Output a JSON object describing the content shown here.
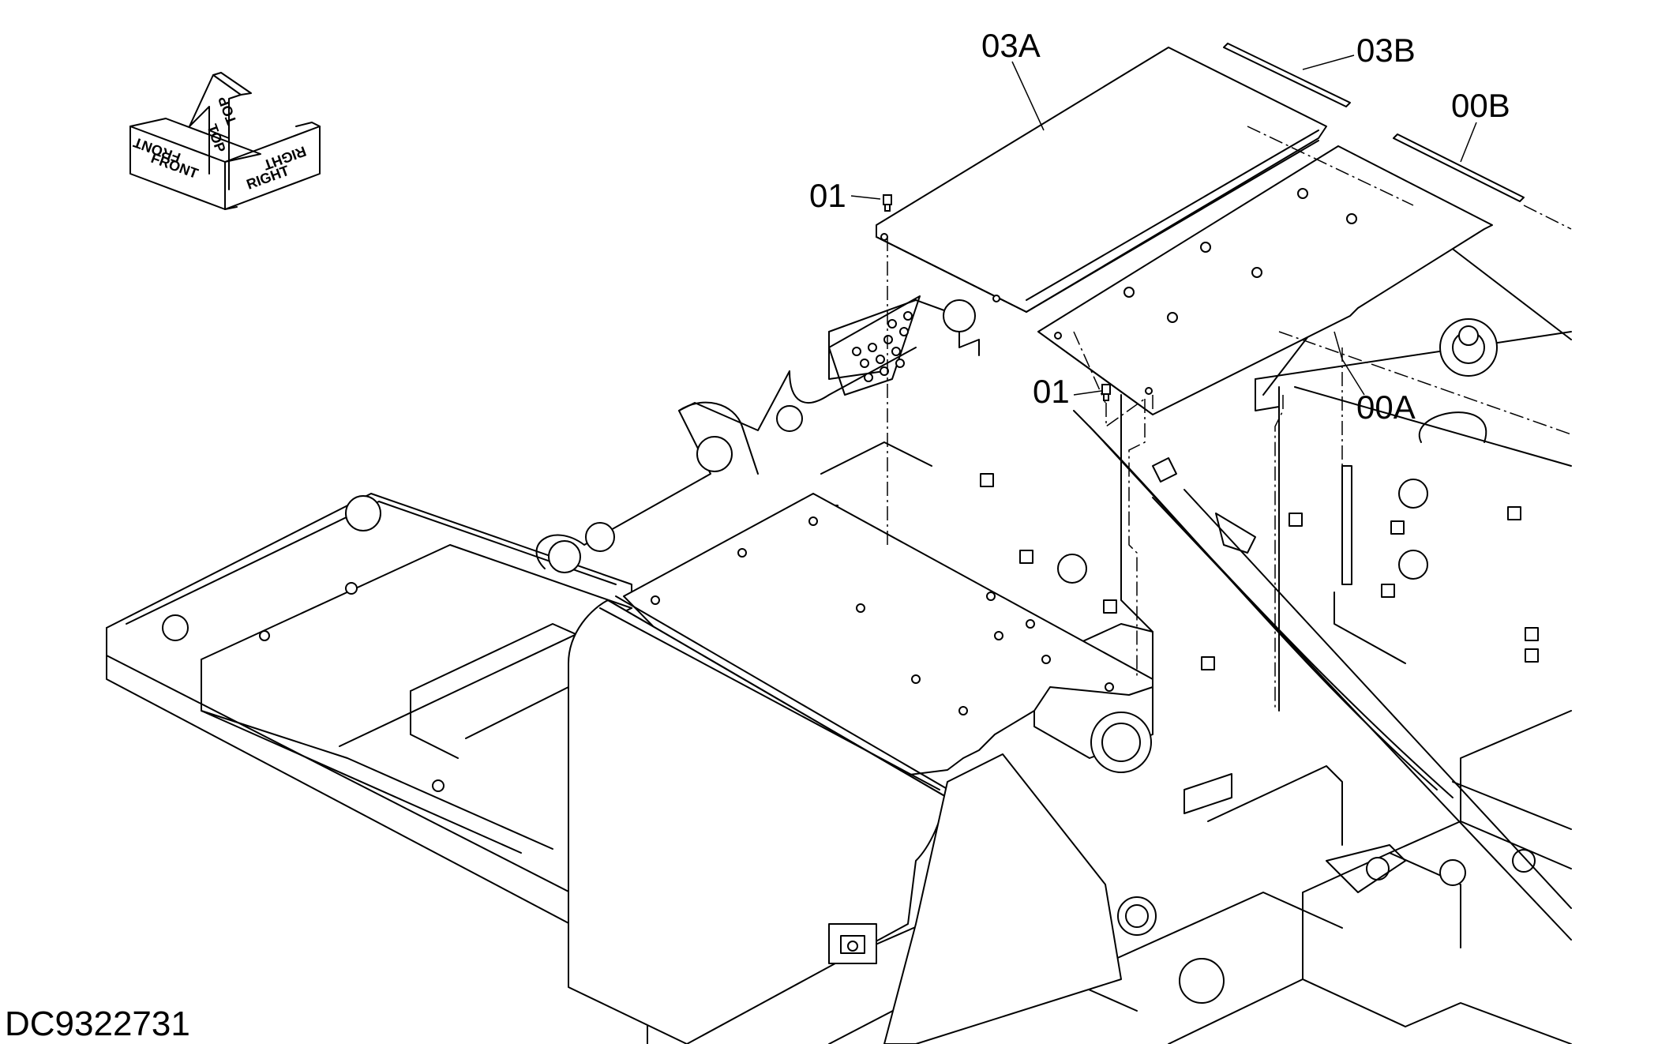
{
  "orientation_indicator": {
    "front": "FRONT",
    "top": "TOP",
    "right": "RIGHT"
  },
  "callouts": {
    "cover_03A": "03A",
    "strip_03B": "03B",
    "strip_00B": "00B",
    "cover_00A": "00A",
    "bolt_upper": "01",
    "bolt_lower": "01"
  },
  "drawing_id": "DC9322731"
}
